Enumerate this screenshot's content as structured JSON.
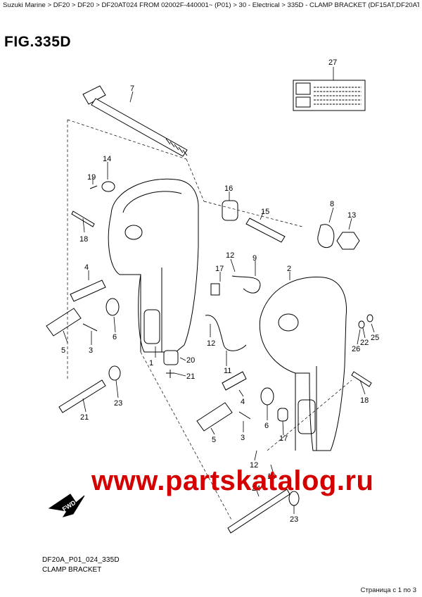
{
  "breadcrumb": "Suzuki Marine > DF20 > DF20 > DF20AT024 FROM 02002F-440001~ (P01) > 30 - Electrical > 335D - CLAMP BRACKET (DF15AT,DF20AT,DF20ATH)",
  "figure_title": "FIG.335D",
  "callouts": {
    "c1": "1",
    "c2": "2",
    "c3a": "3",
    "c3b": "3",
    "c4a": "4",
    "c4b": "4",
    "c5a": "5",
    "c5b": "5",
    "c6a": "6",
    "c6b": "6",
    "c7": "7",
    "c8": "8",
    "c9": "9",
    "c10": "10",
    "c11": "11",
    "c12a": "12",
    "c12b": "12",
    "c12c": "12",
    "c13": "13",
    "c14": "14",
    "c15": "15",
    "c16": "16",
    "c17a": "17",
    "c17b": "17",
    "c18a": "18",
    "c18b": "18",
    "c19": "19",
    "c20": "20",
    "c21a": "21",
    "c21b": "21",
    "c22": "22",
    "c23a": "23",
    "c23b": "23",
    "c24": "24",
    "c25": "25",
    "c26": "26",
    "c27": "27"
  },
  "fwd_label": "FWD",
  "watermark": "www.partskatalog.ru",
  "diagram_code": "DF20A_P01_024_335D",
  "diagram_caption": "CLAMP BRACKET",
  "page_info": "Страница с 1 по 3"
}
